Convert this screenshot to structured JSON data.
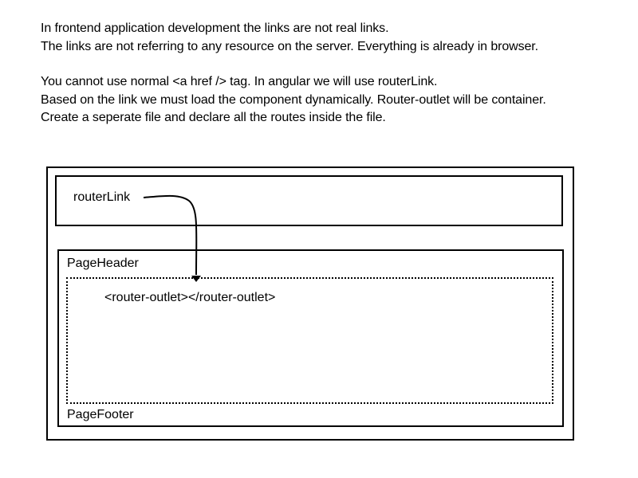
{
  "notes": {
    "top": [
      "In frontend application development the links are not real links.",
      "The links are not referring to any resource on the server. Everything is already in browser."
    ],
    "bottom": [
      "You cannot use normal <a href /> tag. In angular we will use routerLink.",
      "Based on the link we must load the component dynamically. Router-outlet will be container.",
      "Create a seperate file and declare all the routes inside the file."
    ]
  },
  "diagram": {
    "nav_label": "routerLink",
    "header_label": "PageHeader",
    "outlet_label": "<router-outlet></router-outlet>",
    "footer_label": "PageFooter"
  }
}
